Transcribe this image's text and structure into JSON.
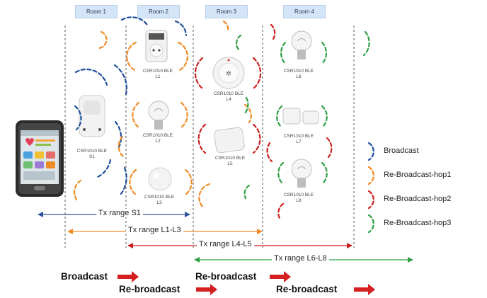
{
  "rooms": [
    "Room 1",
    "Room 2",
    "Room 3",
    "Room 4"
  ],
  "devices": {
    "s1": {
      "name": "CSR1010 BLE",
      "id": "S1"
    },
    "l1": {
      "name": "CSR1010 BLE",
      "id": "L1"
    },
    "l2": {
      "name": "CSR1010 BLE",
      "id": "L2"
    },
    "l3": {
      "name": "CSR1010 BLE",
      "id": "L3"
    },
    "l4": {
      "name": "CSR1010 BLE",
      "id": "L4"
    },
    "l5": {
      "name": "CSR1010 BLE",
      "id": "L5"
    },
    "l6": {
      "name": "CSR1010 BLE",
      "id": "L6"
    },
    "l7": {
      "name": "CSR1010 BLE",
      "id": "L7"
    },
    "l8": {
      "name": "CSR1010 BLE",
      "id": "L8"
    }
  },
  "legend": [
    {
      "label": "Broadcast",
      "color": "#1f4e9a"
    },
    {
      "label": "Re-Broadcast-hop1",
      "color": "#f08a24"
    },
    {
      "label": "Re-Broadcast-hop2",
      "color": "#cc1f1f"
    },
    {
      "label": "Re-Broadcast-hop3",
      "color": "#2ea043"
    }
  ],
  "ranges": [
    {
      "label": "Tx range S1",
      "color": "#3355a0"
    },
    {
      "label": "Tx range L1-L3",
      "color": "#f08a24"
    },
    {
      "label": "Tx range L4-L5",
      "color": "#cc1f1f"
    },
    {
      "label": "Tx range L6-L8",
      "color": "#2ea043"
    }
  ],
  "sequence": {
    "broadcast": "Broadcast",
    "rebroadcast_1": "Re-broadcast",
    "rebroadcast_2": "Re-broadcast",
    "rebroadcast_3": "Re-broadcast",
    "arrow_color": "#d42020"
  }
}
